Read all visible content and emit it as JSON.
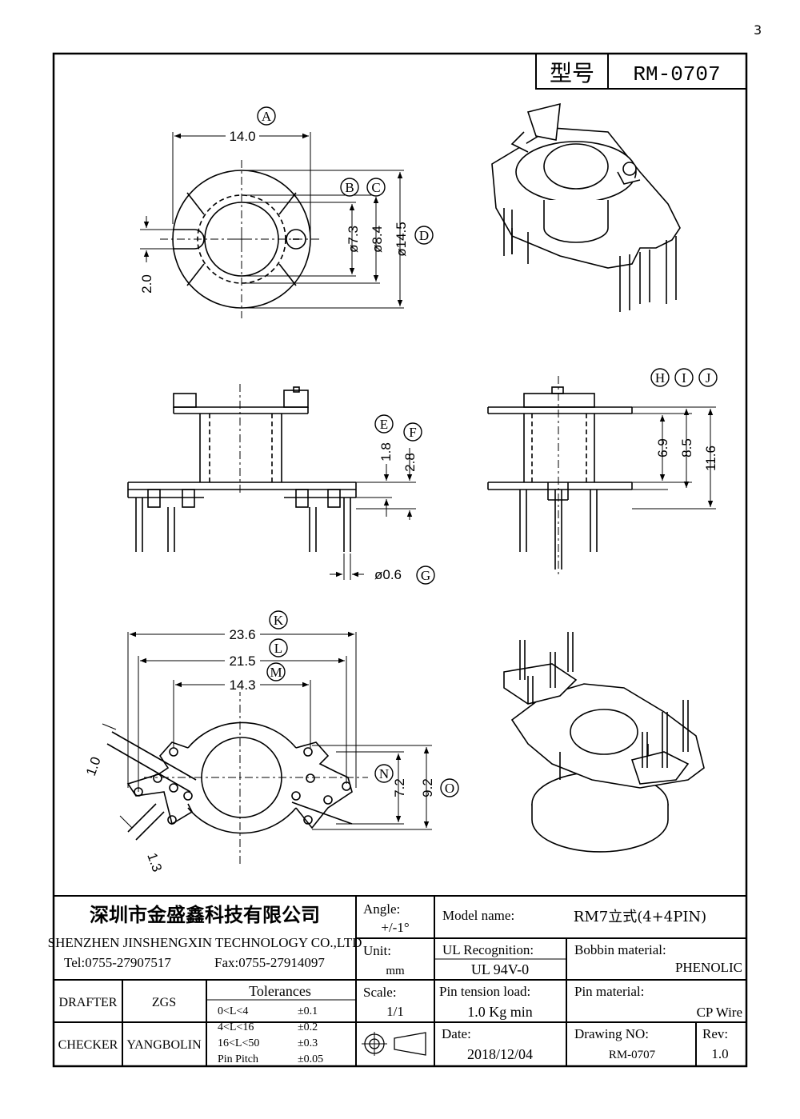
{
  "corner_mark": "3",
  "model_header": {
    "label": "型号",
    "value": "RM-0707"
  },
  "dimensions": {
    "A": "14.0",
    "B": "ø7.3",
    "C": "ø8.4",
    "D": "ø14.5",
    "slot": "2.0",
    "E": "1.8",
    "F": "2.8",
    "G": "ø0.6",
    "H": "6.9",
    "I": "8.5",
    "J": "11.6",
    "K": "23.6",
    "L": "21.5",
    "M": "14.3",
    "N": "7.2",
    "O": "9.2",
    "pin_w": "1.0",
    "pin_h": "1.3"
  },
  "callouts": [
    "A",
    "B",
    "C",
    "D",
    "E",
    "F",
    "G",
    "H",
    "I",
    "J",
    "K",
    "L",
    "M",
    "N",
    "O"
  ],
  "title_block": {
    "company_cn": "深圳市金盛鑫科技有限公司",
    "company_en": "SHENZHEN JINSHENGXIN TECHNOLOGY CO.,LTD",
    "tel": "Tel:0755-27907517",
    "fax": "Fax:0755-27914097",
    "angle_label": "Angle:",
    "angle_value": "+/-1°",
    "unit_label": "Unit:",
    "unit_value": "mm",
    "scale_label": "Scale:",
    "scale_value": "1/1",
    "model_name_label": "Model name:",
    "model_name_value": "RM7立式(4+4PIN)",
    "ul_label": "UL Recognition:",
    "ul_value": "UL 94V-0",
    "bobbin_label": "Bobbin material:",
    "bobbin_value": "PHENOLIC",
    "pin_tension_label": "Pin tension load:",
    "pin_tension_value": "1.0 Kg min",
    "pin_material_label": "Pin material:",
    "pin_material_value": "CP Wire",
    "date_label": "Date:",
    "date_value": "2018/12/04",
    "drawing_no_label": "Drawing NO:",
    "drawing_no_value": "RM-0707",
    "rev_label": "Rev:",
    "rev_value": "1.0",
    "drafter_label": "DRAFTER",
    "drafter_value": "ZGS",
    "checker_label": "CHECKER",
    "checker_value": "YANGBOLIN",
    "tolerances_title": "Tolerances",
    "tolerances": [
      {
        "range": "0<L<4",
        "value": "±0.1"
      },
      {
        "range": "4<L<16",
        "value": "±0.2"
      },
      {
        "range": "16<L<50",
        "value": "±0.3"
      },
      {
        "range": "Pin Pitch",
        "value": "±0.05"
      }
    ]
  }
}
